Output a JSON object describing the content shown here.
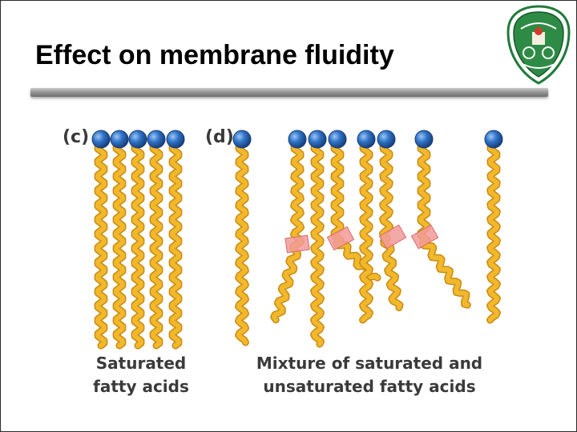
{
  "slide": {
    "title": "Effect on membrane fluidity"
  },
  "diagram": {
    "panels": [
      {
        "label": "(c)",
        "caption_line1": "Saturated",
        "caption_line2": "fatty acids"
      },
      {
        "label": "(d)",
        "caption_line1": "Mixture of saturated and",
        "caption_line2": "unsaturated fatty acids"
      }
    ]
  },
  "colors": {
    "chain": "#f2b82c",
    "chain_dark": "#c98a12",
    "head": "#2f73c7",
    "head_dark": "#1a3f7a",
    "kink": "#f29a9a",
    "logo_green": "#1f7a3a"
  },
  "icons": {
    "logo": "university-seal-icon"
  }
}
